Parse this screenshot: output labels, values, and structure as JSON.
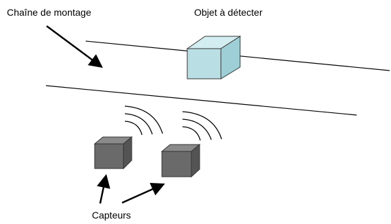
{
  "labels": {
    "assembly_line": "Chaîne de montage",
    "object_to_detect": "Objet à détecter",
    "sensors": "Capteurs"
  },
  "colors": {
    "object_front": "#b9dfe5",
    "object_top": "#d3eef1",
    "object_side": "#9ecfd6",
    "sensor_front": "#6a6a6a",
    "sensor_top": "#8a8a8a",
    "sensor_side": "#545454",
    "lines": "#000000"
  },
  "icons": {
    "sensor_waves": "wireless-signal-arcs"
  }
}
